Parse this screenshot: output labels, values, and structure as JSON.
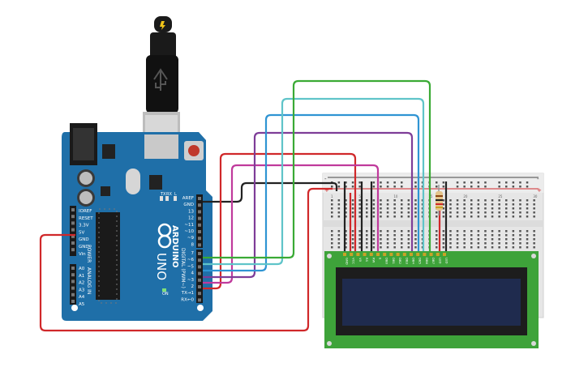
{
  "arduino": {
    "brand": "ARDUINO",
    "model": "UNO",
    "digital_header": "DIGITAL (PWM~)",
    "power_header": "POWER",
    "analog_header": "ANALOG IN",
    "on_label": "ON",
    "tx_label": "TX",
    "rx_label": "RX",
    "l_label": "L",
    "top_pins": [
      "AREF",
      "GND",
      "13",
      "12",
      "~11",
      "~10",
      "~9",
      "8"
    ],
    "bottom_pins": [
      "7",
      "~6",
      "~5",
      "4",
      "~3",
      "2",
      "TX→1",
      "RX←0"
    ],
    "power_pins": [
      "IOREF",
      "RESET",
      "3.3V",
      "5V",
      "GND",
      "GND",
      "Vin"
    ],
    "analog_pins": [
      "A0",
      "A1",
      "A2",
      "A3",
      "A4",
      "A5"
    ]
  },
  "lcd": {
    "pin_labels": [
      "GND",
      "VCC",
      "V0",
      "RS",
      "RW",
      "E",
      "DB0",
      "DB1",
      "DB2",
      "DB3",
      "DB4",
      "DB5",
      "DB6",
      "DB7",
      "LED",
      "LED"
    ],
    "screen_color": "#1f2b4e"
  },
  "breadboard": {
    "plus": "+",
    "minus": "-",
    "column_numbers": [
      "1",
      "5",
      "10",
      "15",
      "20",
      "25",
      "30"
    ]
  },
  "colors": {
    "board": "#1f6fa8",
    "wire_red": "#d0282a",
    "wire_black": "#222222",
    "wire_green": "#3aaa35",
    "wire_cyan": "#5fc4c9",
    "wire_blue": "#2f94d3",
    "wire_purple": "#7e3d98",
    "wire_magenta": "#c03a9c",
    "lcd_pcb": "#3ea33a"
  }
}
